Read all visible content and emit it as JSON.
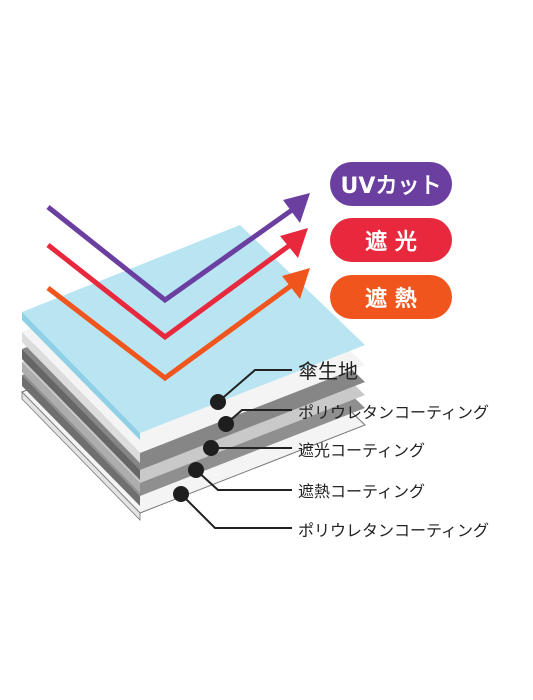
{
  "badges": {
    "uv_cut": {
      "label": "UVカット",
      "color": "#6b3fa0"
    },
    "light_block": {
      "label": "遮 光",
      "color": "#e8283c"
    },
    "heat_block": {
      "label": "遮 熱",
      "color": "#f0551e"
    }
  },
  "arrows": {
    "uv_color": "#6b3fa0",
    "light_color": "#e8283c",
    "heat_color": "#f0551e"
  },
  "layers": [
    {
      "label": "傘生地"
    },
    {
      "label": "ポリウレタンコーティング"
    },
    {
      "label": "遮光コーティング"
    },
    {
      "label": "遮熱コーティング"
    },
    {
      "label": "ポリウレタンコーティング"
    }
  ],
  "colors": {
    "fabric_top": "#b9e4f2",
    "fabric_side": "#7fc8e0",
    "coating_white": "#f2f2f2",
    "coating_light_gray": "#cfcfcf",
    "coating_dark_gray": "#8a8a8a",
    "leader": "#222222"
  }
}
